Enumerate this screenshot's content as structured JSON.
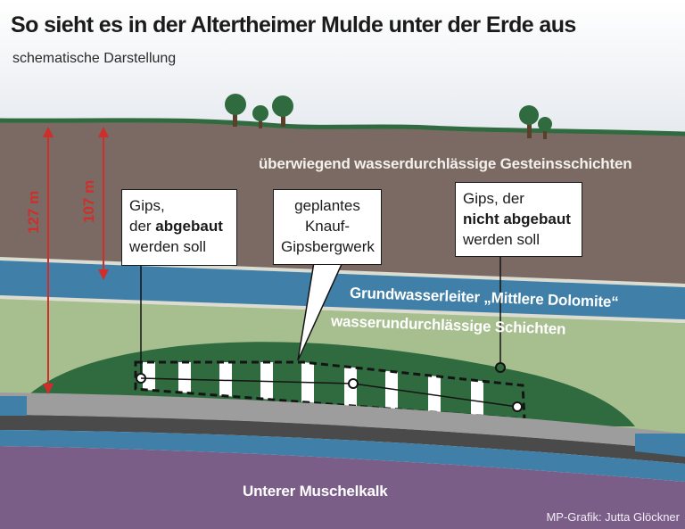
{
  "title": "So sieht es in der Altertheimer Mulde unter der Erde aus",
  "subtitle": "schematische Darstellung",
  "layers": {
    "upper": "überwiegend wasserdurchlässige Gesteinsschichten",
    "aquifer": "Grundwasserleiter „Mittlere Dolomite“",
    "impermeable": "wasserundurchlässige Schichten",
    "bottom": "Unterer Muschelkalk"
  },
  "depths": {
    "outer": "127 m",
    "inner": "107 m"
  },
  "callouts": {
    "mined": {
      "line1": "Gips,",
      "line2_pre": "der ",
      "line2_bold": "abgebaut",
      "line3": "werden soll"
    },
    "mine": {
      "line1": "geplantes",
      "line2": "Knauf-",
      "line3": "Gipsbergwerk"
    },
    "not_mined": {
      "line1": "Gips, der",
      "line2_bold": "nicht abgebaut",
      "line3": "werden soll"
    }
  },
  "credit": "MP-Grafik: Jutta Glöckner",
  "colors": {
    "depth_arrow": "#d02e2b",
    "aquifer": "#3f7fa8",
    "gypsum": "#2f6b3f"
  }
}
